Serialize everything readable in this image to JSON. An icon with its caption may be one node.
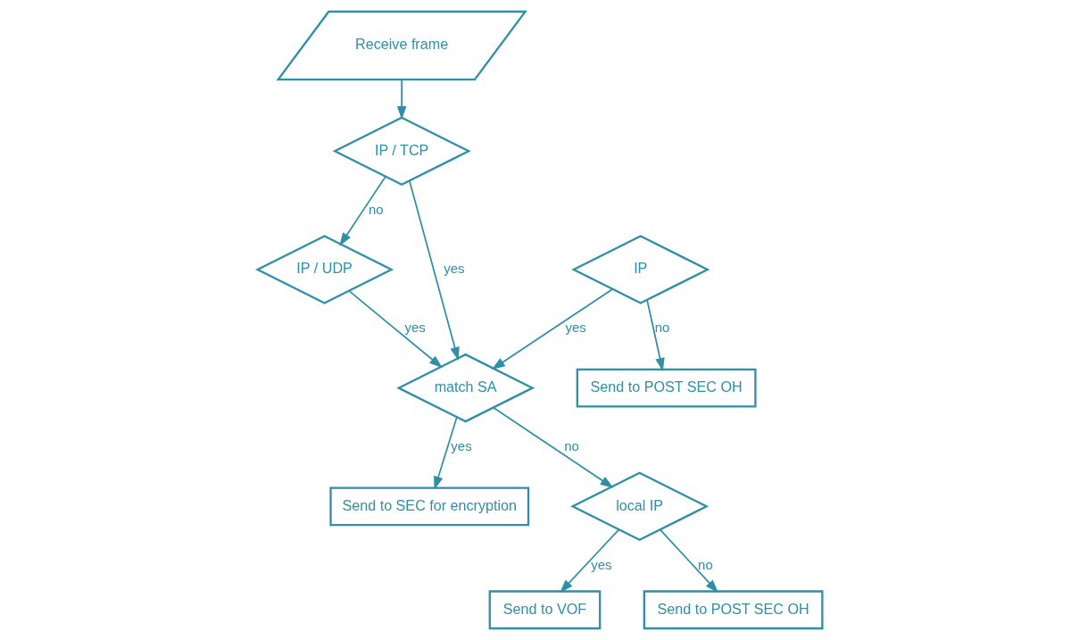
{
  "diagram": {
    "nodes": [
      {
        "text": [
          "Receive frame"
        ]
      },
      {
        "text": [
          "IP / TCP"
        ]
      },
      {
        "text": [
          "IP / UDP"
        ]
      },
      {
        "text": [
          "IP"
        ]
      },
      {
        "text": [
          "Send to POST SEC OH"
        ]
      },
      {
        "text": [
          "match SA"
        ]
      },
      {
        "text": [
          "Send to SEC for encryption"
        ]
      },
      {
        "text": [
          "local IP"
        ]
      },
      {
        "text": [
          "Send to VOF"
        ]
      },
      {
        "text": [
          "Send to POST SEC OH"
        ]
      }
    ],
    "edges": [
      {
        "from": 0,
        "to": 1,
        "arrow": "to"
      },
      {
        "from": 1,
        "to": 5,
        "label": "yes",
        "arrow": "to"
      },
      {
        "from": 1,
        "to": 2,
        "label": "no",
        "arrow": "to"
      },
      {
        "from": 2,
        "to": 5,
        "label": "yes",
        "arrow": "to"
      },
      {
        "from": 3,
        "to": 5,
        "label": "yes",
        "arrow": "to"
      },
      {
        "from": 3,
        "to": 4,
        "label": "no",
        "arrow": "to"
      },
      {
        "from": 5,
        "to": 6,
        "label": "yes",
        "arrow": "to"
      },
      {
        "from": 5,
        "to": 7,
        "label": "no",
        "arrow": "to"
      },
      {
        "from": 7,
        "to": 8,
        "label": "yes",
        "arrow": "to"
      },
      {
        "from": 7,
        "to": 9,
        "label": "no",
        "arrow": "to"
      }
    ]
  }
}
